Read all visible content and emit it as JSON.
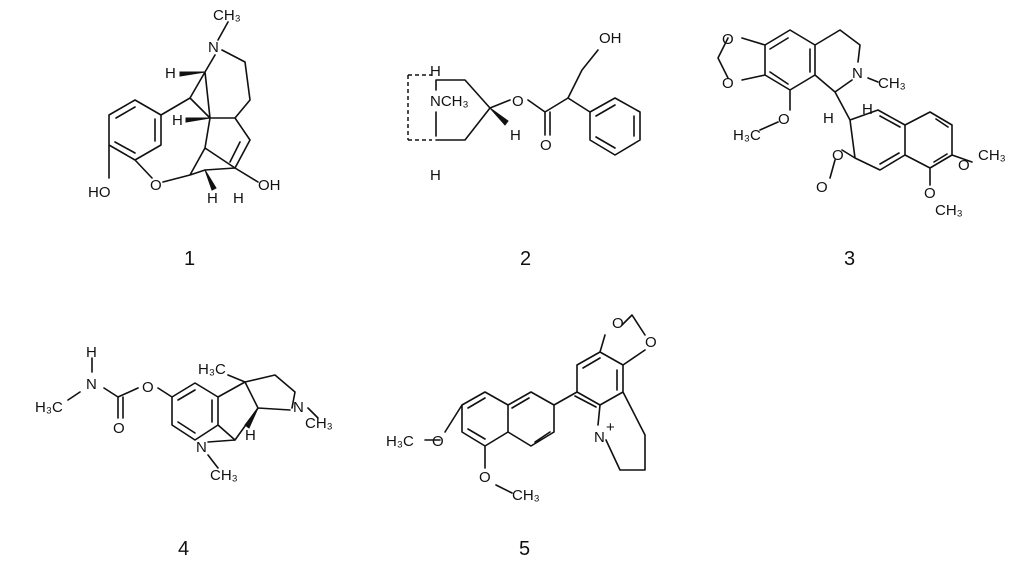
{
  "compounds": [
    {
      "number": "1",
      "atoms": {
        "ch3": "CH₃",
        "n": "N",
        "h1": "H",
        "h2": "H",
        "h3": "H",
        "h4": "H",
        "ho": "HO",
        "o": "O",
        "oh": "OH"
      }
    },
    {
      "number": "2",
      "atoms": {
        "h_top": "H",
        "nch3": "NCH₃",
        "h_bot": "H",
        "o_ester": "O",
        "h": "H",
        "o_keto": "O",
        "oh": "OH"
      }
    },
    {
      "number": "3",
      "atoms": {
        "o1": "O",
        "o2": "O",
        "n": "N",
        "ch3": "CH₃",
        "h3c": "H₃C",
        "o3": "O",
        "h1": "H",
        "h2": "H",
        "o_ring": "O",
        "o_keto": "O",
        "o4": "O",
        "ch3b": "CH₃",
        "o5": "O",
        "ch3c": "CH₃"
      }
    },
    {
      "number": "4",
      "atoms": {
        "h": "H",
        "n1": "N",
        "h3c": "H₃C",
        "o_keto": "O",
        "o_ester": "O",
        "h3c_b": "H₃C",
        "n2": "N",
        "ch3": "CH₃",
        "h2": "H",
        "n3": "N",
        "ch3b": "CH₃"
      }
    },
    {
      "number": "5",
      "atoms": {
        "o1": "O",
        "o2": "O",
        "n": "N",
        "plus": "+",
        "h3c": "H₃C",
        "o3": "O",
        "o4": "O",
        "ch3": "CH₃"
      }
    }
  ]
}
